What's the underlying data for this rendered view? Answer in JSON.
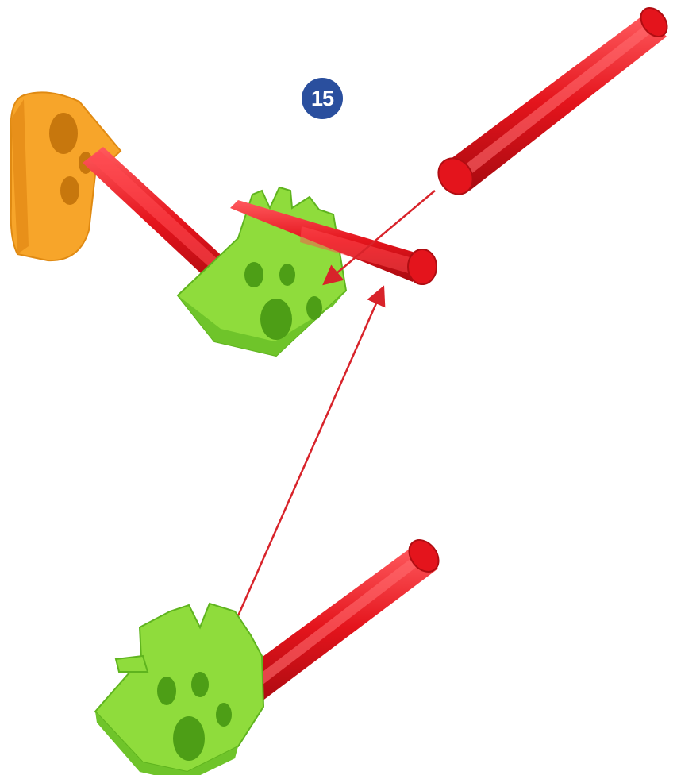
{
  "step": {
    "number": "15"
  },
  "colors": {
    "badge": "#2a4f9e",
    "rod": "#e4141c",
    "rod_dark": "#b00d12",
    "rod_light": "#ff5a5e",
    "connector_green": "#8fdc3c",
    "connector_green_dark": "#5fb41e",
    "connector_orange": "#f7a52a",
    "connector_orange_dark": "#e08a12",
    "arrow": "#d8232a"
  },
  "parts": [
    {
      "name": "orange-connector",
      "color": "orange"
    },
    {
      "name": "green-connector",
      "color": "green"
    },
    {
      "name": "red-rod",
      "color": "red"
    }
  ]
}
